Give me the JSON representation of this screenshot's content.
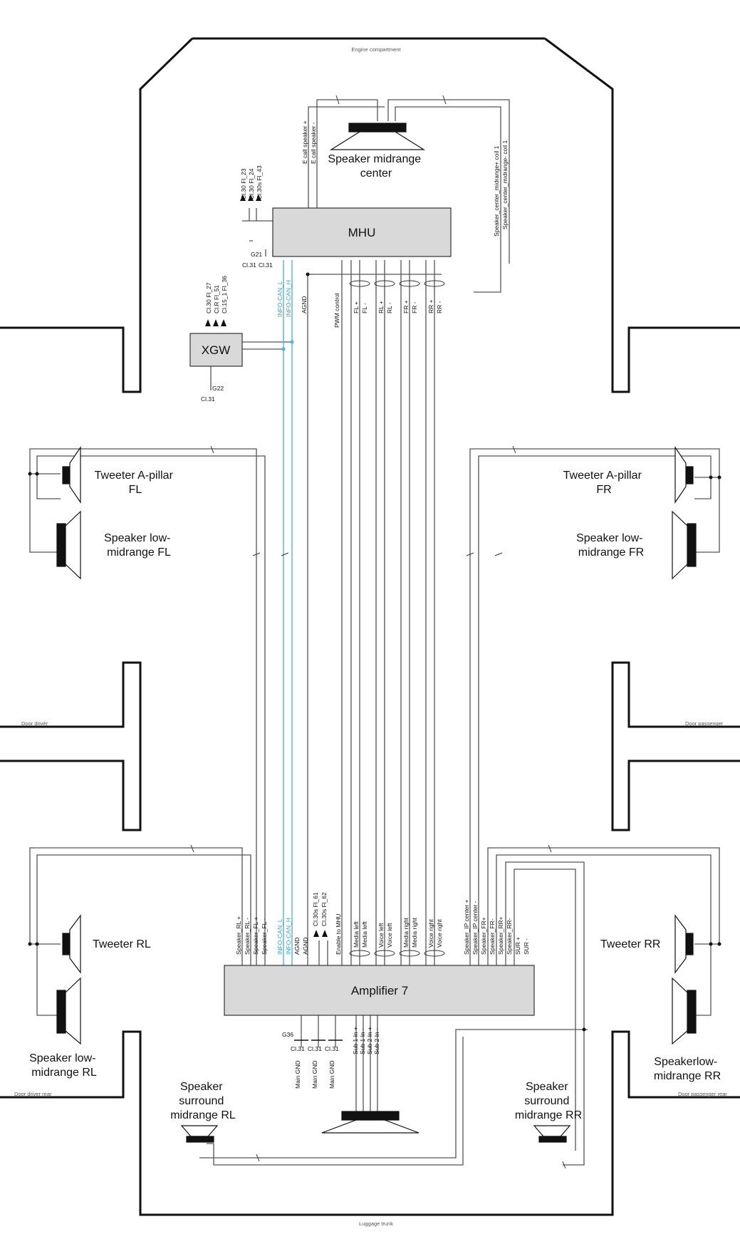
{
  "areas": {
    "engine": "Engine compartment",
    "door_driver": "Door driver",
    "door_passenger": "Door passenger",
    "door_driver_rear": "Door driver rear",
    "door_passenger_rear": "Door passenger rear",
    "luggage": "Luggage trunk"
  },
  "modules": {
    "mhu": "MHU",
    "xgw": "XGW",
    "amplifier": "Amplifier 7"
  },
  "speakers": {
    "center": [
      "Speaker midrange",
      "center"
    ],
    "tweeter_fl": [
      "Tweeter A-pillar",
      "FL"
    ],
    "lowmid_fl": [
      "Speaker low-",
      "midrange FL"
    ],
    "tweeter_fr": [
      "Tweeter A-pillar",
      "FR"
    ],
    "lowmid_fr": [
      "Speaker low-",
      "midrange  FR"
    ],
    "tweeter_rl": "Tweeter RL",
    "tweeter_rr": "Tweeter RR",
    "lowmid_rl": [
      "Speaker low-",
      "midrange RL"
    ],
    "lowmid_rr": [
      "Speakerlow-",
      "midrange RR"
    ],
    "surround_rl": [
      "Speaker",
      "surround",
      "midrange RL"
    ],
    "surround_rr": [
      "Speaker",
      "surround",
      "midrange RR"
    ]
  },
  "mhu_signals": {
    "ecall": [
      "E call speaker +",
      "E call speaker -"
    ],
    "center_coil": [
      "Speaker_center_midrange+ coil 1",
      "Speaker_center_midrange- coil 1"
    ],
    "fuses": [
      "Cl.30 Fl_23",
      "Cl.30 Fl_24",
      "Cl.30s Fl_43"
    ],
    "ground": [
      "G21",
      "Cl.31",
      "Cl.31"
    ],
    "can": [
      "INFO-CAN_L",
      "INFO-CAN_H"
    ],
    "agnd": "AGND",
    "pwm": "PWM control",
    "pairs": [
      "FL +",
      "FL -",
      "RL +",
      "RL -",
      "FR +",
      "FR -",
      "RR +",
      "RR -"
    ]
  },
  "xgw_signals": {
    "fuses": [
      "Cl.30 Fl_27",
      "Cl.R Fl_51",
      "Cl.15_1 Fl_36"
    ],
    "ground": [
      "G22",
      "Cl.31"
    ]
  },
  "amp_signals": {
    "left_outputs": [
      "Speaker_RL +",
      "Speaker_RL -",
      "Speaker_FL +",
      "Speaker_FL -"
    ],
    "can": [
      "INFO-CAN_L",
      "INFO-CAN_H"
    ],
    "agnd": [
      "AGND",
      "AGND"
    ],
    "fuses": [
      "Cl.30s Fl_61",
      "Cl.30s Fl_62"
    ],
    "enable": "Enable to MHU",
    "inputs": [
      "Media left",
      "Media left",
      "Voice left",
      "Voice left",
      "Media right",
      "Media right",
      "Voice right",
      "Voice right"
    ],
    "right_outputs": [
      "Speaker_IP center +",
      "Speaker_IP center -",
      "Speaker_FR+",
      "Speaker_FR-",
      "Speaker_RR+",
      "Speaker_RR-",
      "SUR +",
      "SUR -"
    ],
    "ground_ref": "G36",
    "grounds": [
      "Cl.31",
      "Cl.31",
      "Cl.31"
    ],
    "main_gnd": [
      "Main GND",
      "Main GND",
      "Main GND"
    ],
    "sub": [
      "Sub 1 In +",
      "Sub 1 In -",
      "Sub 2 In +",
      "Sub 2 In -"
    ]
  }
}
